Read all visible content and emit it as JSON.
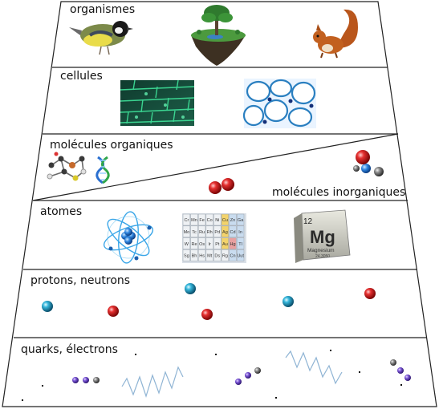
{
  "levels": {
    "organismes": "organismes",
    "cellules": "cellules",
    "molecules_organiques": "molécules organiques",
    "molecules_inorganiques": "molécules inorganiques",
    "atomes": "atomes",
    "protons_neutrons": "protons, neutrons",
    "quarks_electrons": "quarks, électrons"
  },
  "element_tile": {
    "number": "12",
    "symbol": "Mg",
    "name": "Magnesium",
    "mass": "24.3050"
  },
  "periodic_table_cells": [
    "Cr",
    "Mn",
    "Fe",
    "Co",
    "Ni",
    "Cu",
    "Zn",
    "Ga",
    "Mo",
    "Tc",
    "Ru",
    "Rh",
    "Pd",
    "Ag",
    "Cd",
    "In",
    "W",
    "Re",
    "Os",
    "Ir",
    "Pt",
    "Au",
    "Hg",
    "Tl",
    "Sg",
    "Bh",
    "Hs",
    "Mt",
    "Ds",
    "Rg",
    "Cn",
    "Uut"
  ],
  "colors": {
    "outline": "#222222",
    "proton": "#d61b1b",
    "neutron": "#1ea6cc",
    "quark_purple": "#6a4bc4",
    "quark_gray": "#555555",
    "cell_green": "#1f6b4a",
    "cell_blue": "#2a7fc0",
    "gluon_wave": "#7aa6c8"
  }
}
